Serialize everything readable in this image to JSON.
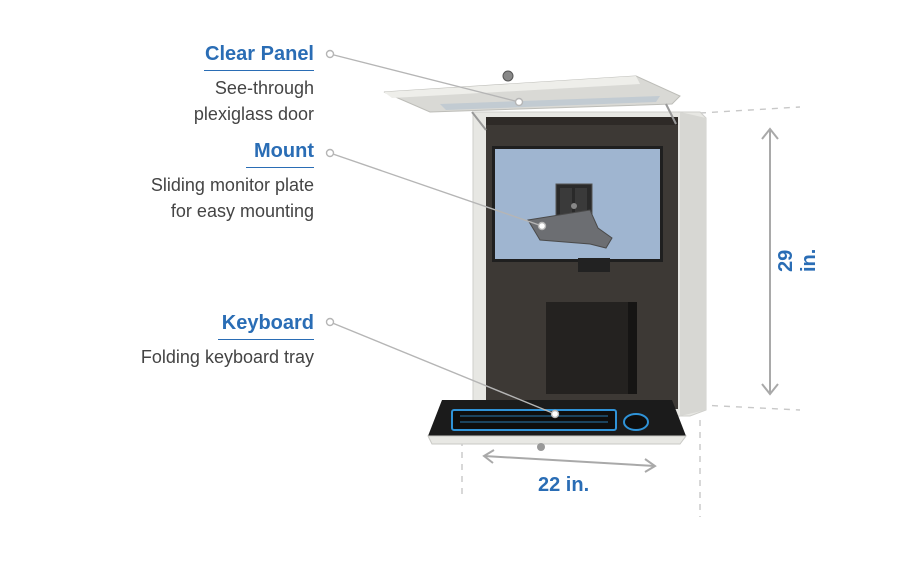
{
  "callouts": [
    {
      "title": "Clear Panel",
      "desc_lines": [
        "See-through",
        "plexiglass door"
      ]
    },
    {
      "title": "Mount",
      "desc_lines": [
        "Sliding monitor plate",
        "for easy mounting"
      ]
    },
    {
      "title": "Keyboard",
      "desc_lines": [
        "Folding keyboard tray"
      ]
    }
  ],
  "dimensions": {
    "height": "29 in.",
    "width": "22 in."
  },
  "colors": {
    "accent": "#2a6db5",
    "text": "#444444",
    "leader": "#b5b5b5",
    "cabinet": "#eeeeea",
    "interior": "#3d3935",
    "screen": "#9fb5d0"
  }
}
